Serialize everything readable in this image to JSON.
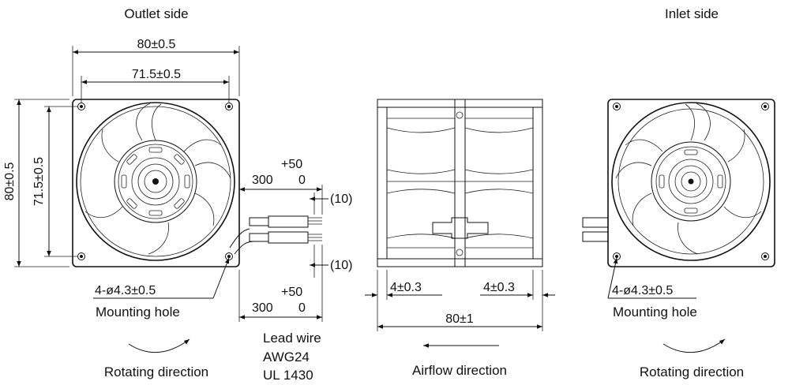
{
  "views": {
    "outlet_title": "Outlet side",
    "inlet_title": "Inlet side"
  },
  "dimensions": {
    "outer_width": "80±0.5",
    "hole_pitch_width": "71.5±0.5",
    "outer_height": "80±0.5",
    "hole_pitch_height": "71.5±0.5",
    "lead_length_top": "300",
    "lead_tol_top_plus": "+50",
    "lead_tol_top_minus": "0",
    "strip_top": "(10)",
    "lead_length_bottom": "300",
    "lead_tol_bottom_plus": "+50",
    "lead_tol_bottom_minus": "0",
    "strip_bottom": "(10)",
    "flange_left": "4±0.3",
    "flange_right": "4±0.3",
    "depth": "80±1"
  },
  "labels": {
    "hole_spec_outlet": "4-ø4.3±0.5",
    "mounting_hole_outlet": "Mounting hole",
    "hole_spec_inlet": "4-ø4.3±0.5",
    "mounting_hole_inlet": "Mounting hole",
    "lead_wire": "Lead wire",
    "wire_gauge": "AWG24",
    "wire_standard": "UL 1430",
    "rotating_direction_outlet": "Rotating direction",
    "airflow_direction": "Airflow direction",
    "rotating_direction_inlet": "Rotating direction"
  },
  "colors": {
    "line": "#111111",
    "background": "#ffffff"
  },
  "icons": [
    "rotation-arrow-icon",
    "airflow-arrow-icon",
    "mounting-hole-icon"
  ]
}
